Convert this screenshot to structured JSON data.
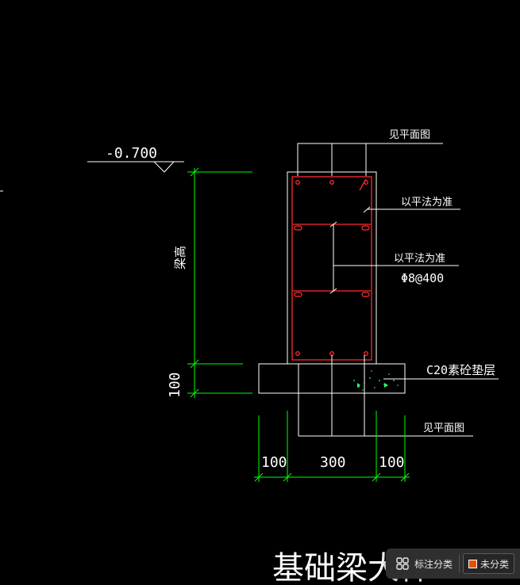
{
  "drawing": {
    "elevation_label": "-0.700",
    "beam_height_label": "梁高",
    "cushion_thickness_label": "100",
    "dimension_labels": [
      "100",
      "300",
      "100"
    ],
    "title": "基础梁大样"
  },
  "annotations": {
    "top_bars": "见平面图",
    "side_bars_top": "以平法为准",
    "side_bars_mid": "以平法为准",
    "stirrup": "Φ8@400",
    "cushion": "C20素砼垫层",
    "bottom_bars": "见平面图"
  },
  "colors": {
    "background": "#000000",
    "concrete_outline": "#ffffff",
    "rebar": "#ff2a2a",
    "dimension": "#00ff00",
    "toolbar_swatch": "#e65100"
  },
  "toolbar": {
    "classify_label": "标注分类",
    "classify_icon": "grid-icon",
    "uncategorized_label": "未分类"
  }
}
